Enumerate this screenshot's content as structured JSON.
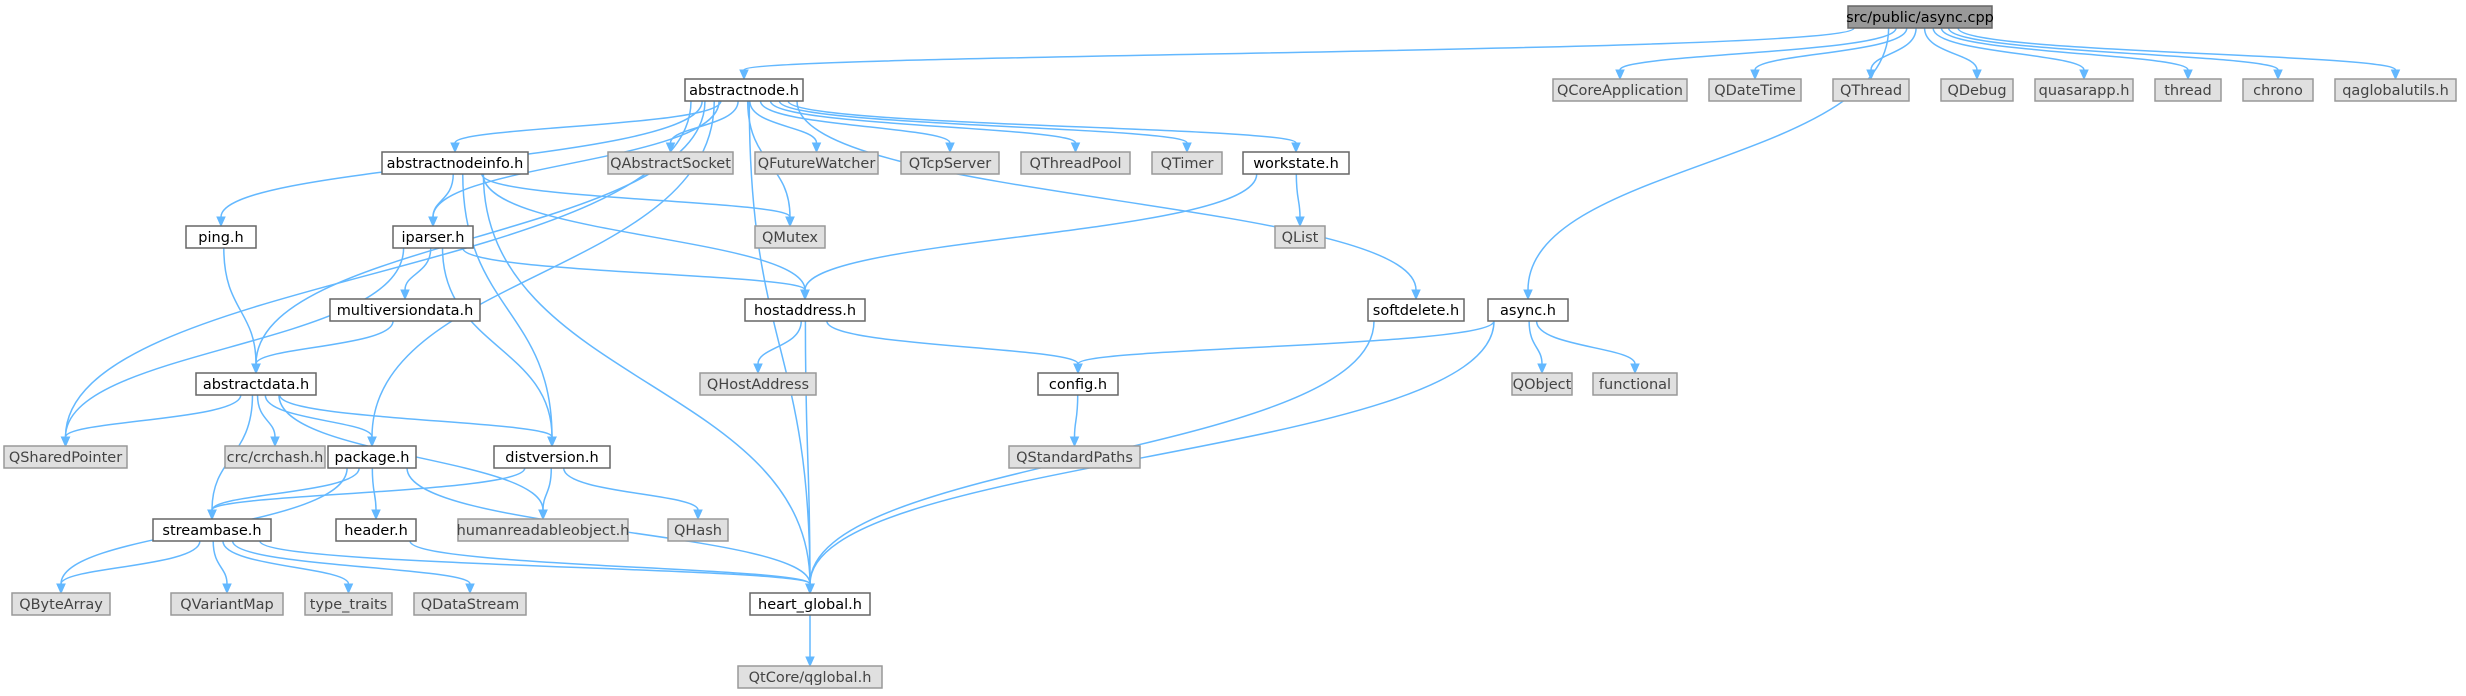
{
  "graph": {
    "colors": {
      "edge": "#63b8ff",
      "root_fill": "#999999",
      "local_fill": "#ffffff",
      "external_fill": "#e0e0e0"
    },
    "nodes": [
      {
        "id": "root",
        "label": "src/public/async.cpp",
        "kind": "root"
      },
      {
        "id": "abstractnode",
        "label": "abstractnode.h",
        "kind": "local"
      },
      {
        "id": "QCoreApplication",
        "label": "QCoreApplication",
        "kind": "external"
      },
      {
        "id": "QDateTime",
        "label": "QDateTime",
        "kind": "external"
      },
      {
        "id": "QThread",
        "label": "QThread",
        "kind": "external"
      },
      {
        "id": "QDebug",
        "label": "QDebug",
        "kind": "external"
      },
      {
        "id": "quasarapp",
        "label": "quasarapp.h",
        "kind": "external"
      },
      {
        "id": "thread",
        "label": "thread",
        "kind": "external"
      },
      {
        "id": "chrono",
        "label": "chrono",
        "kind": "external"
      },
      {
        "id": "qaglobalutils",
        "label": "qaglobalutils.h",
        "kind": "external"
      },
      {
        "id": "abstractnodeinfo",
        "label": "abstractnodeinfo.h",
        "kind": "local"
      },
      {
        "id": "QAbstractSocket",
        "label": "QAbstractSocket",
        "kind": "external"
      },
      {
        "id": "QFutureWatcher",
        "label": "QFutureWatcher",
        "kind": "external"
      },
      {
        "id": "QTcpServer",
        "label": "QTcpServer",
        "kind": "external"
      },
      {
        "id": "QThreadPool",
        "label": "QThreadPool",
        "kind": "external"
      },
      {
        "id": "QTimer",
        "label": "QTimer",
        "kind": "external"
      },
      {
        "id": "workstate",
        "label": "workstate.h",
        "kind": "local"
      },
      {
        "id": "ping",
        "label": "ping.h",
        "kind": "local"
      },
      {
        "id": "iparser",
        "label": "iparser.h",
        "kind": "local"
      },
      {
        "id": "QMutex",
        "label": "QMutex",
        "kind": "external"
      },
      {
        "id": "QList",
        "label": "QList",
        "kind": "external"
      },
      {
        "id": "multiversiondata",
        "label": "multiversiondata.h",
        "kind": "local"
      },
      {
        "id": "hostaddress",
        "label": "hostaddress.h",
        "kind": "local"
      },
      {
        "id": "softdelete",
        "label": "softdelete.h",
        "kind": "local"
      },
      {
        "id": "async",
        "label": "async.h",
        "kind": "local"
      },
      {
        "id": "abstractdata",
        "label": "abstractdata.h",
        "kind": "local"
      },
      {
        "id": "QHostAddress",
        "label": "QHostAddress",
        "kind": "external"
      },
      {
        "id": "config",
        "label": "config.h",
        "kind": "local"
      },
      {
        "id": "QObject",
        "label": "QObject",
        "kind": "external"
      },
      {
        "id": "functional",
        "label": "functional",
        "kind": "external"
      },
      {
        "id": "QSharedPointer",
        "label": "QSharedPointer",
        "kind": "external"
      },
      {
        "id": "crchash",
        "label": "crc/crchash.h",
        "kind": "external"
      },
      {
        "id": "package",
        "label": "package.h",
        "kind": "local"
      },
      {
        "id": "distversion",
        "label": "distversion.h",
        "kind": "local"
      },
      {
        "id": "QStandardPaths",
        "label": "QStandardPaths",
        "kind": "external"
      },
      {
        "id": "streambase",
        "label": "streambase.h",
        "kind": "local"
      },
      {
        "id": "header",
        "label": "header.h",
        "kind": "local"
      },
      {
        "id": "humanreadableobject",
        "label": "humanreadableobject.h",
        "kind": "external"
      },
      {
        "id": "QHash",
        "label": "QHash",
        "kind": "external"
      },
      {
        "id": "QByteArray",
        "label": "QByteArray",
        "kind": "external"
      },
      {
        "id": "QVariantMap",
        "label": "QVariantMap",
        "kind": "external"
      },
      {
        "id": "type_traits",
        "label": "type_traits",
        "kind": "external"
      },
      {
        "id": "QDataStream",
        "label": "QDataStream",
        "kind": "external"
      },
      {
        "id": "heart_global",
        "label": "heart_global.h",
        "kind": "local"
      },
      {
        "id": "qglobal",
        "label": "QtCore/qglobal.h",
        "kind": "external"
      }
    ],
    "edges": [
      [
        "root",
        "abstractnode"
      ],
      [
        "root",
        "QCoreApplication"
      ],
      [
        "root",
        "QDateTime"
      ],
      [
        "root",
        "QThread"
      ],
      [
        "root",
        "QDebug"
      ],
      [
        "root",
        "quasarapp"
      ],
      [
        "root",
        "thread"
      ],
      [
        "root",
        "chrono"
      ],
      [
        "root",
        "qaglobalutils"
      ],
      [
        "root",
        "async"
      ],
      [
        "abstractnode",
        "abstractnodeinfo"
      ],
      [
        "abstractnode",
        "QAbstractSocket"
      ],
      [
        "abstractnode",
        "QFutureWatcher"
      ],
      [
        "abstractnode",
        "QTcpServer"
      ],
      [
        "abstractnode",
        "QThreadPool"
      ],
      [
        "abstractnode",
        "QTimer"
      ],
      [
        "abstractnode",
        "workstate"
      ],
      [
        "abstractnode",
        "ping"
      ],
      [
        "abstractnode",
        "iparser"
      ],
      [
        "abstractnode",
        "QMutex"
      ],
      [
        "abstractnode",
        "QSharedPointer"
      ],
      [
        "abstractnode",
        "abstractdata"
      ],
      [
        "abstractnode",
        "package"
      ],
      [
        "abstractnode",
        "softdelete"
      ],
      [
        "abstractnode",
        "heart_global"
      ],
      [
        "abstractnodeinfo",
        "iparser"
      ],
      [
        "abstractnodeinfo",
        "QMutex"
      ],
      [
        "abstractnodeinfo",
        "hostaddress"
      ],
      [
        "abstractnodeinfo",
        "distversion"
      ],
      [
        "abstractnodeinfo",
        "heart_global"
      ],
      [
        "workstate",
        "QList"
      ],
      [
        "workstate",
        "hostaddress"
      ],
      [
        "ping",
        "abstractdata"
      ],
      [
        "iparser",
        "multiversiondata"
      ],
      [
        "iparser",
        "hostaddress"
      ],
      [
        "iparser",
        "distversion"
      ],
      [
        "iparser",
        "QSharedPointer"
      ],
      [
        "multiversiondata",
        "abstractdata"
      ],
      [
        "hostaddress",
        "QHostAddress"
      ],
      [
        "hostaddress",
        "config"
      ],
      [
        "hostaddress",
        "heart_global"
      ],
      [
        "softdelete",
        "heart_global"
      ],
      [
        "async",
        "config"
      ],
      [
        "async",
        "QObject"
      ],
      [
        "async",
        "functional"
      ],
      [
        "async",
        "heart_global"
      ],
      [
        "abstractdata",
        "QSharedPointer"
      ],
      [
        "abstractdata",
        "crchash"
      ],
      [
        "abstractdata",
        "package"
      ],
      [
        "abstractdata",
        "distversion"
      ],
      [
        "abstractdata",
        "streambase"
      ],
      [
        "abstractdata",
        "humanreadableobject"
      ],
      [
        "config",
        "QStandardPaths"
      ],
      [
        "package",
        "streambase"
      ],
      [
        "package",
        "header"
      ],
      [
        "package",
        "QByteArray"
      ],
      [
        "package",
        "heart_global"
      ],
      [
        "distversion",
        "humanreadableobject"
      ],
      [
        "distversion",
        "QHash"
      ],
      [
        "distversion",
        "streambase"
      ],
      [
        "header",
        "heart_global"
      ],
      [
        "streambase",
        "QByteArray"
      ],
      [
        "streambase",
        "QVariantMap"
      ],
      [
        "streambase",
        "type_traits"
      ],
      [
        "streambase",
        "QDataStream"
      ],
      [
        "streambase",
        "heart_global"
      ],
      [
        "heart_global",
        "qglobal"
      ]
    ]
  }
}
